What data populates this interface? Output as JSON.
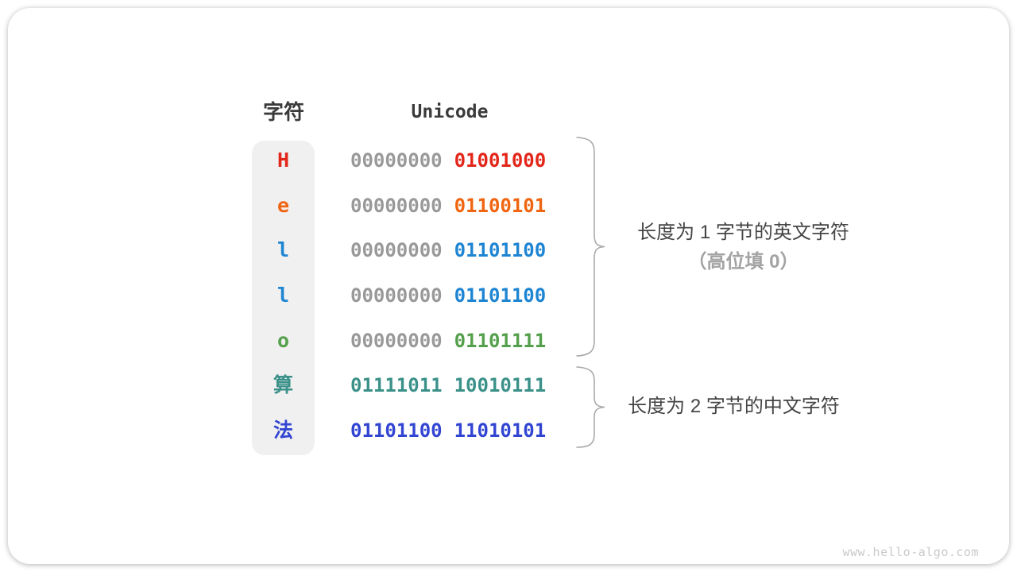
{
  "table": {
    "headers": {
      "char": "字符",
      "unicode": "Unicode"
    },
    "rows": [
      {
        "char": "H",
        "byte1": "00000000",
        "byte2": "01001000",
        "char_color": "#e3261a",
        "byte1_color": "#999999",
        "byte2_color": "#e3261a"
      },
      {
        "char": "e",
        "byte1": "00000000",
        "byte2": "01100101",
        "char_color": "#f06511",
        "byte1_color": "#999999",
        "byte2_color": "#f06511"
      },
      {
        "char": "l",
        "byte1": "00000000",
        "byte2": "01101100",
        "char_color": "#1e85d3",
        "byte1_color": "#999999",
        "byte2_color": "#1e85d3"
      },
      {
        "char": "l",
        "byte1": "00000000",
        "byte2": "01101100",
        "char_color": "#1e85d3",
        "byte1_color": "#999999",
        "byte2_color": "#1e85d3"
      },
      {
        "char": "o",
        "byte1": "00000000",
        "byte2": "01101111",
        "char_color": "#55a04c",
        "byte1_color": "#999999",
        "byte2_color": "#55a04c"
      },
      {
        "char": "算",
        "byte1": "01111011",
        "byte2": "10010111",
        "char_color": "#3b9189",
        "byte1_color": "#3b9189",
        "byte2_color": "#3b9189"
      },
      {
        "char": "法",
        "byte1": "01101100",
        "byte2": "11010101",
        "char_color": "#3245d2",
        "byte1_color": "#3245d2",
        "byte2_color": "#3245d2"
      }
    ]
  },
  "annotations": {
    "group1": {
      "line1": "长度为 1 字节的英文字符",
      "line2": "（高位填 0）"
    },
    "group2": {
      "line1": "长度为 2 字节的中文字符"
    }
  },
  "watermark": "www.hello-algo.com",
  "colors": {
    "header_text": "#3b3b3b",
    "annotation_text": "#454545",
    "annotation_muted": "#a3a3a3",
    "brace_stroke": "#a9a9a9",
    "char_column_bg": "#f0f0f0",
    "high_byte_gray": "#999999",
    "watermark_text": "#c9c9c9"
  }
}
